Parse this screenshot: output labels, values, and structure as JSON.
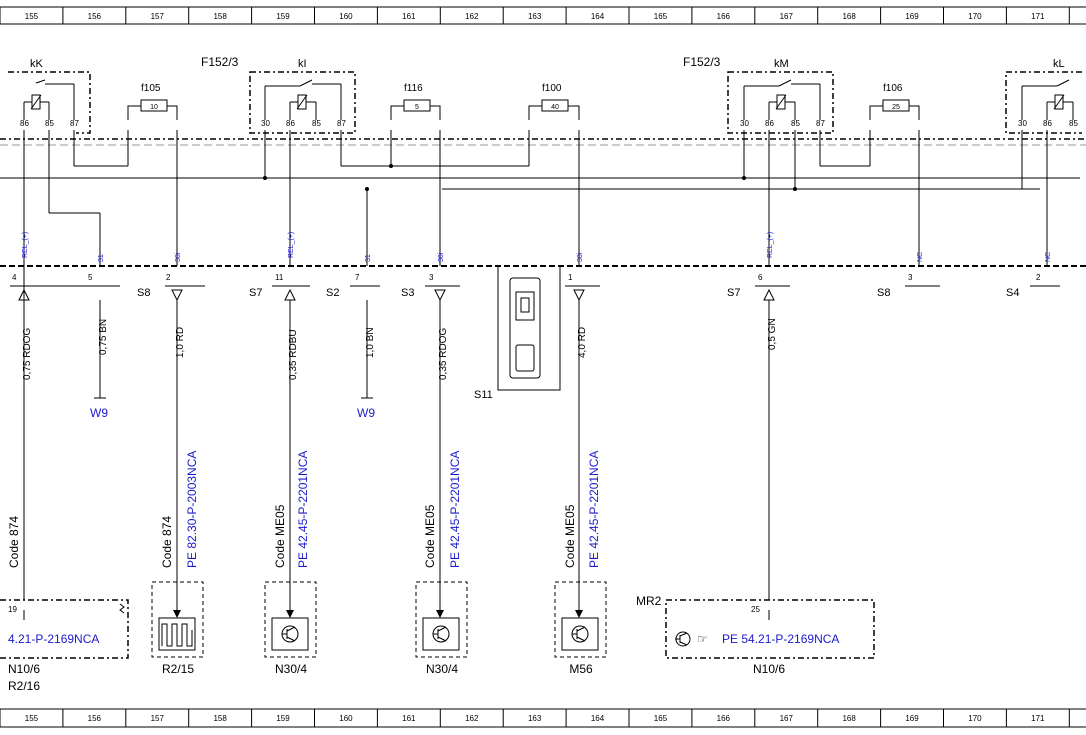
{
  "ruler": {
    "numbers": [
      "155",
      "156",
      "157",
      "158",
      "159",
      "160",
      "161",
      "162",
      "163",
      "164",
      "165",
      "166",
      "167",
      "168",
      "169",
      "170",
      "171"
    ]
  },
  "modules": {
    "f152_left": "F152/3",
    "f152_right": "F152/3",
    "relays": [
      "kK",
      "kI",
      "kM",
      "kL"
    ]
  },
  "fuses": [
    {
      "name": "f105",
      "value": "10"
    },
    {
      "name": "f116",
      "value": "5"
    },
    {
      "name": "f100",
      "value": "40"
    },
    {
      "name": "f106",
      "value": "25"
    }
  ],
  "relay_pins": {
    "kK": [
      "86",
      "85",
      "87"
    ],
    "kI": [
      "30",
      "86",
      "85",
      "87"
    ],
    "kM": [
      "30",
      "86",
      "85",
      "87"
    ],
    "kL": [
      "30",
      "86",
      "85"
    ]
  },
  "signals": [
    "REL_(+)",
    "31",
    "30i",
    "REL_(+)",
    "31",
    "30i",
    "30i",
    "REL_(+)",
    "NC",
    "NC"
  ],
  "connector": {
    "pins": [
      "4",
      "5",
      "2",
      "11",
      "7",
      "3",
      "1",
      "6",
      "3",
      "2"
    ],
    "groups": [
      "S8",
      "S7",
      "S2",
      "S3",
      "S7",
      "S8",
      "S4"
    ],
    "s11": "S11"
  },
  "wires": [
    "0,75 RDOG",
    "0,75 BN",
    "1,0 RD",
    "0,35 RDBU",
    "1,0 BN",
    "0,35 RDOG",
    "4,0 RD",
    "0,5 GN"
  ],
  "grounds": [
    "W9",
    "W9"
  ],
  "codes": [
    "Code 874",
    "Code 874",
    "Code ME05",
    "Code ME05",
    "Code ME05"
  ],
  "refs": [
    "PE 82.30-P-2003NCA",
    "PE 42.45-P-2201NCA",
    "PE 42.45-P-2201NCA",
    "PE 42.45-P-2201NCA"
  ],
  "components": {
    "n10_left": {
      "pin": "19",
      "ref": "4.21-P-2169NCA",
      "label1": "N10/6",
      "label2": "R2/16"
    },
    "r215": "R2/15",
    "n304a": "N30/4",
    "n304b": "N30/4",
    "m56": "M56",
    "n10_right": {
      "mr": "MR2",
      "pin": "25",
      "ref": "PE 54.21-P-2169NCA",
      "label": "N10/6"
    }
  },
  "colors": {
    "blue": "#1a1acc",
    "black": "#000000"
  }
}
